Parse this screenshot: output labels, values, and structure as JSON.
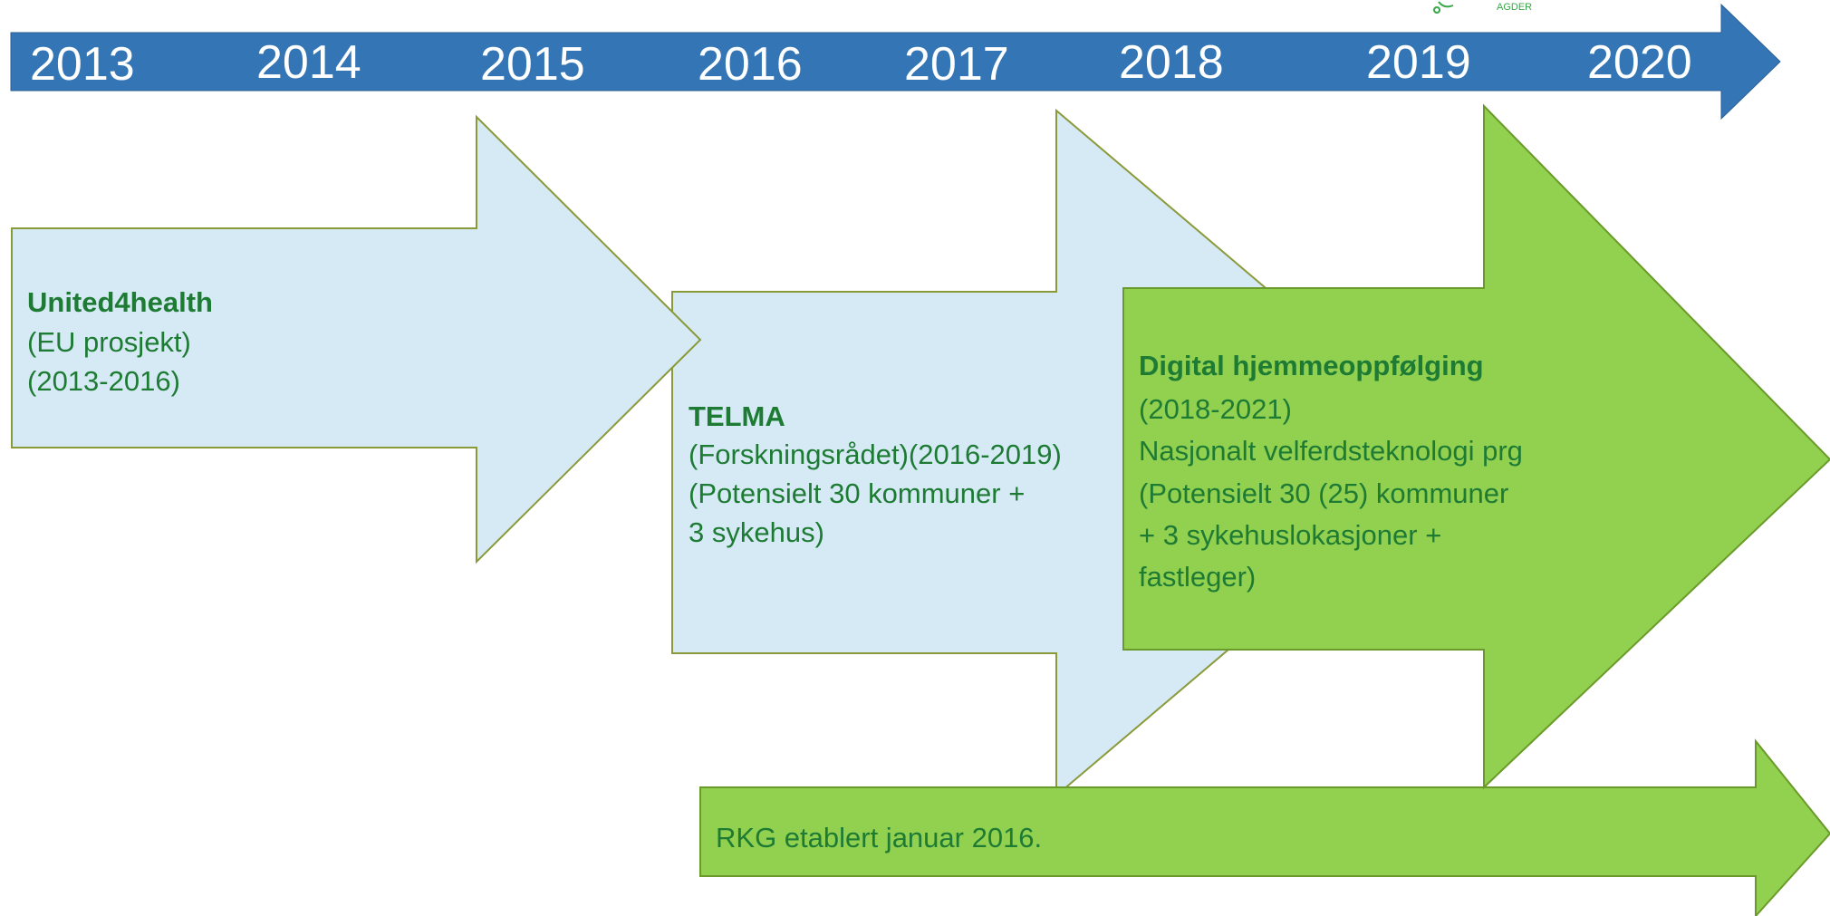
{
  "timeline": {
    "years": [
      "2013",
      "2014",
      "2015",
      "2016",
      "2017",
      "2018",
      "2019",
      "2020"
    ],
    "bar_color": "#3476b5"
  },
  "logo": {
    "text": "AGDER",
    "color": "#3aa84a"
  },
  "projects": [
    {
      "id": "united4health",
      "title": "United4health",
      "lines": [
        "(EU prosjekt)",
        "(2013-2016)"
      ],
      "fill": "#d5eaf5",
      "stroke": "#8a9a3a"
    },
    {
      "id": "telma",
      "title": "TELMA",
      "lines": [
        "(Forskningsrådet)(2016-2019)",
        "(Potensielt 30 kommuner +",
        "3 sykehus)"
      ],
      "fill": "#d5eaf5",
      "stroke": "#8a9a3a"
    },
    {
      "id": "digital",
      "title": "Digital hjemmeoppfølging",
      "lines": [
        "(2018-2021)",
        "Nasjonalt velferdsteknologi prg",
        "(Potensielt 30 (25) kommuner",
        "+ 3 sykehuslokasjoner +",
        "fastleger)"
      ],
      "fill": "#92d050",
      "stroke": "#6a9a2a"
    },
    {
      "id": "rkg",
      "title": "",
      "lines": [
        "RKG etablert januar 2016."
      ],
      "fill": "#92d050",
      "stroke": "#6a9a2a"
    }
  ],
  "text_color": "#1e7b34"
}
